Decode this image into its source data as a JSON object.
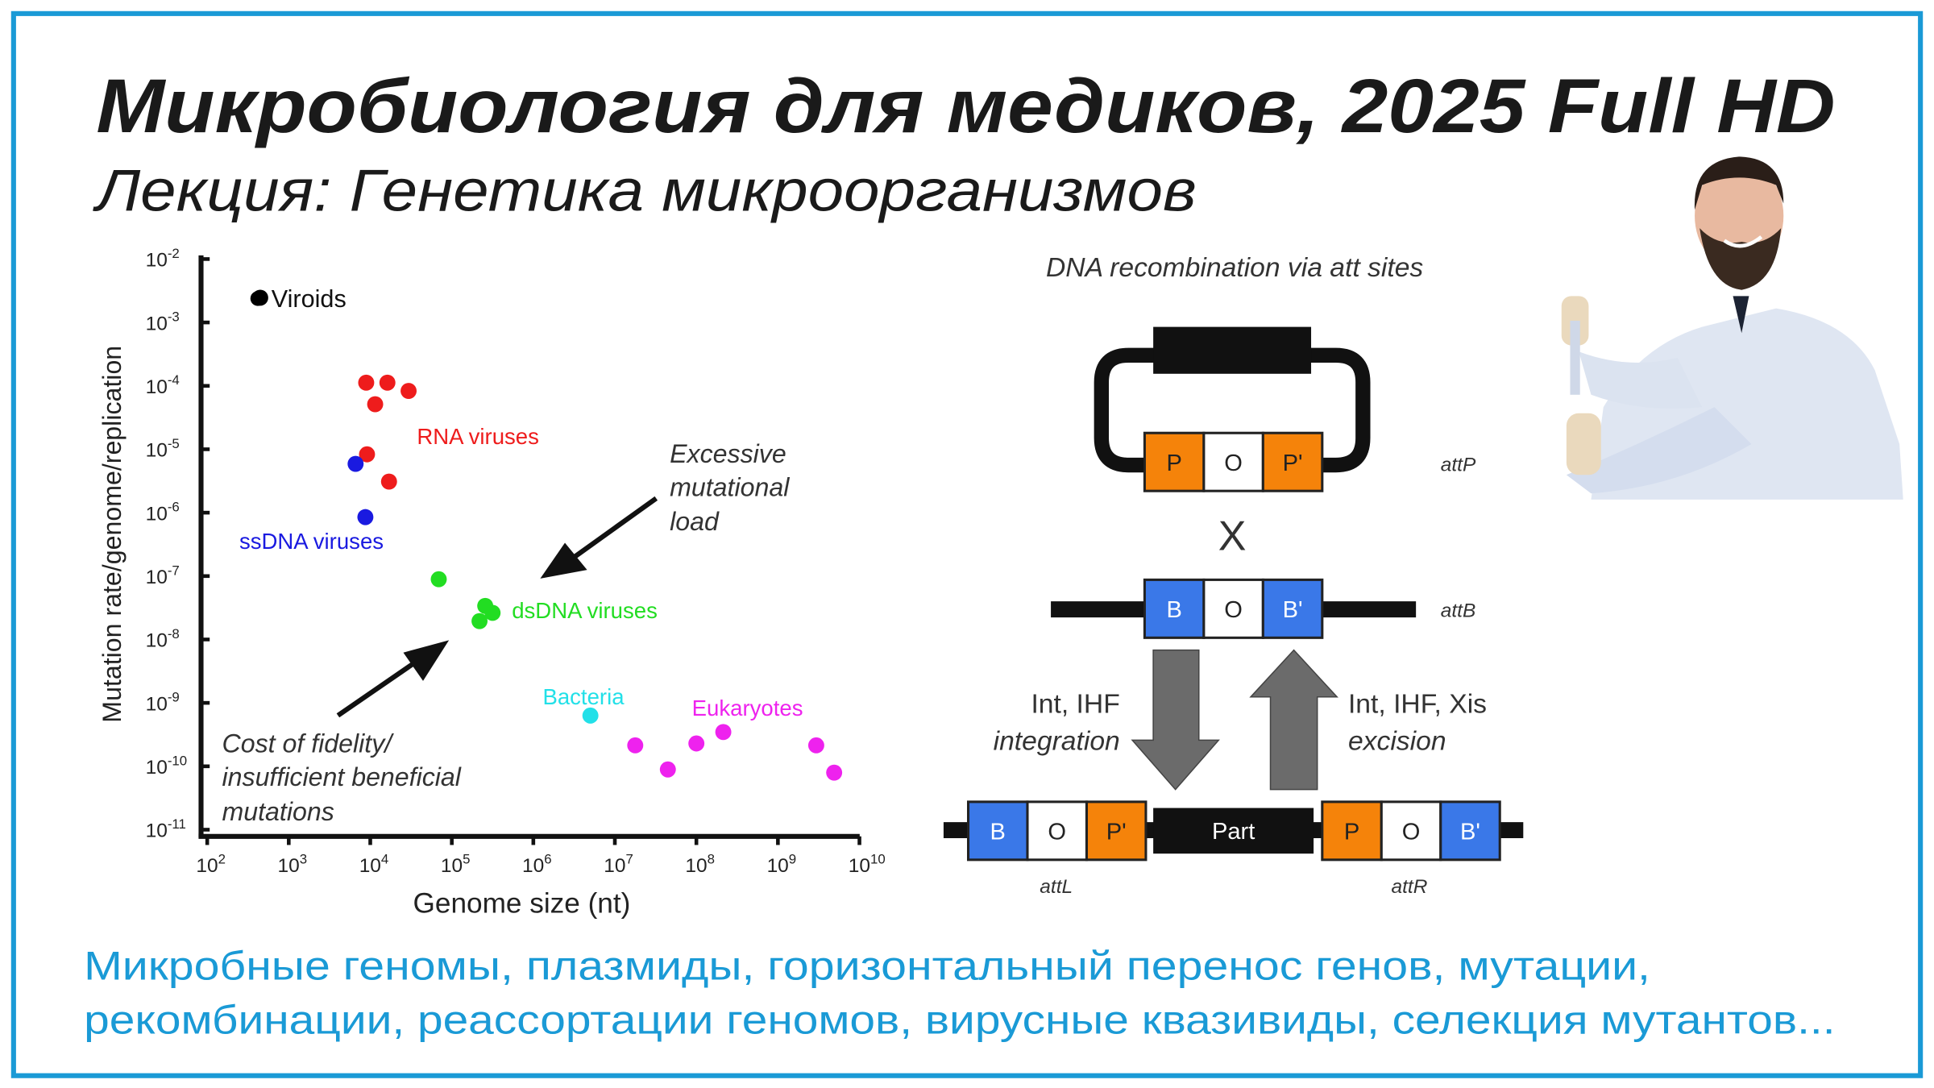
{
  "slide": {
    "title": "Микробиология для медиков, 2025 Full HD",
    "subtitle": "Лекция: Генетика микроорганизмов",
    "bottom_lines": [
      "Микробные геномы, плазмиды, горизонтальный перенос генов, мутации,",
      "рекомбинации, реассортации геномов, вирусные квазивиды, селекция мутантов..."
    ],
    "frame_color": "#1a9ad6"
  },
  "chart_data": {
    "type": "scatter",
    "xlabel": "Genome size (nt)",
    "ylabel": "Mutation rate/genome/replication",
    "xscale": "log",
    "yscale": "log",
    "xlim_log10": [
      2,
      10
    ],
    "ylim_log10": [
      -11,
      -2
    ],
    "x_ticks": [
      "2",
      "3",
      "4",
      "5",
      "6",
      "7",
      "8",
      "9",
      "10"
    ],
    "y_ticks": [
      "-2",
      "-3",
      "-4",
      "-5",
      "-6",
      "-7",
      "-8",
      "-9",
      "-10",
      "-11"
    ],
    "tick_base": "10",
    "series": [
      {
        "name": "Viroids",
        "color": "#000000",
        "points_log10": [
          [
            2.65,
            -2.61
          ]
        ]
      },
      {
        "name": "RNA viruses",
        "color": "#ee1c1c",
        "points_log10": [
          [
            3.95,
            -3.95
          ],
          [
            4.21,
            -3.95
          ],
          [
            4.47,
            -4.08
          ],
          [
            4.06,
            -4.29
          ],
          [
            3.96,
            -5.08
          ],
          [
            4.23,
            -5.51
          ]
        ]
      },
      {
        "name": "ssDNA viruses",
        "color": "#1a1ae0",
        "points_log10": [
          [
            3.82,
            -5.23
          ],
          [
            3.94,
            -6.07
          ]
        ]
      },
      {
        "name": "dsDNA viruses",
        "color": "#22dd22",
        "points_log10": [
          [
            4.84,
            -7.05
          ],
          [
            5.41,
            -7.47
          ],
          [
            5.34,
            -7.71
          ],
          [
            5.5,
            -7.58
          ]
        ]
      },
      {
        "name": "Bacteria",
        "color": "#22e0e8",
        "points_log10": [
          [
            6.7,
            -9.2
          ]
        ]
      },
      {
        "name": "Eukaryotes",
        "color": "#ee22ee",
        "points_log10": [
          [
            7.25,
            -9.67
          ],
          [
            7.65,
            -10.05
          ],
          [
            8.0,
            -9.64
          ],
          [
            8.33,
            -9.46
          ],
          [
            9.47,
            -9.67
          ],
          [
            9.69,
            -10.1
          ]
        ]
      }
    ],
    "annotations": {
      "excessive": [
        "Excessive",
        "mutational",
        "load"
      ],
      "cost": [
        "Cost of fidelity/",
        "insufficient beneficial",
        "mutations"
      ]
    }
  },
  "diagram": {
    "title": "DNA recombination via att sites",
    "part": "Part",
    "cross": "X",
    "labels": {
      "attP": "attP",
      "attB": "attB",
      "attL": "attL",
      "attR": "attR"
    },
    "boxes": {
      "P": "P",
      "O": "O",
      "Pp": "P'",
      "B": "B",
      "Bp": "B'"
    },
    "integration": [
      "Int, IHF",
      "integration"
    ],
    "excision": [
      "Int, IHF, Xis",
      "excision"
    ],
    "colors": {
      "orange": "#f5830a",
      "blue": "#3a78e8",
      "gray": "#6b6b6b"
    }
  }
}
